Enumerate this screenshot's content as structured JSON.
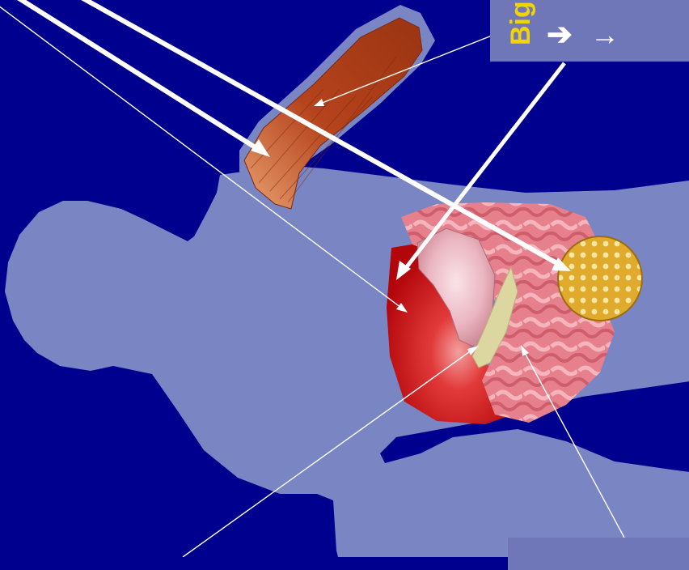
{
  "legend": {
    "title": "Big",
    "items": [
      {
        "icon": "bold-arrow-icon",
        "glyph": "➔"
      },
      {
        "icon": "thin-arrow-icon",
        "glyph": "→"
      }
    ]
  },
  "colors": {
    "background": "#00008e",
    "silhouette": "#7a86c4",
    "legend_box": "#6f77b8",
    "muscle": "#b24a20",
    "liver": "#d3161a",
    "stomach": "#eab8c4",
    "pancreas": "#dcd7a0",
    "intestine": "#e88c96",
    "adipose": "#e4b236",
    "arrow": "#ffffff"
  },
  "diagram": {
    "organs": [
      "muscle",
      "liver",
      "stomach",
      "pancreas",
      "intestine",
      "adipose-tissue"
    ]
  }
}
